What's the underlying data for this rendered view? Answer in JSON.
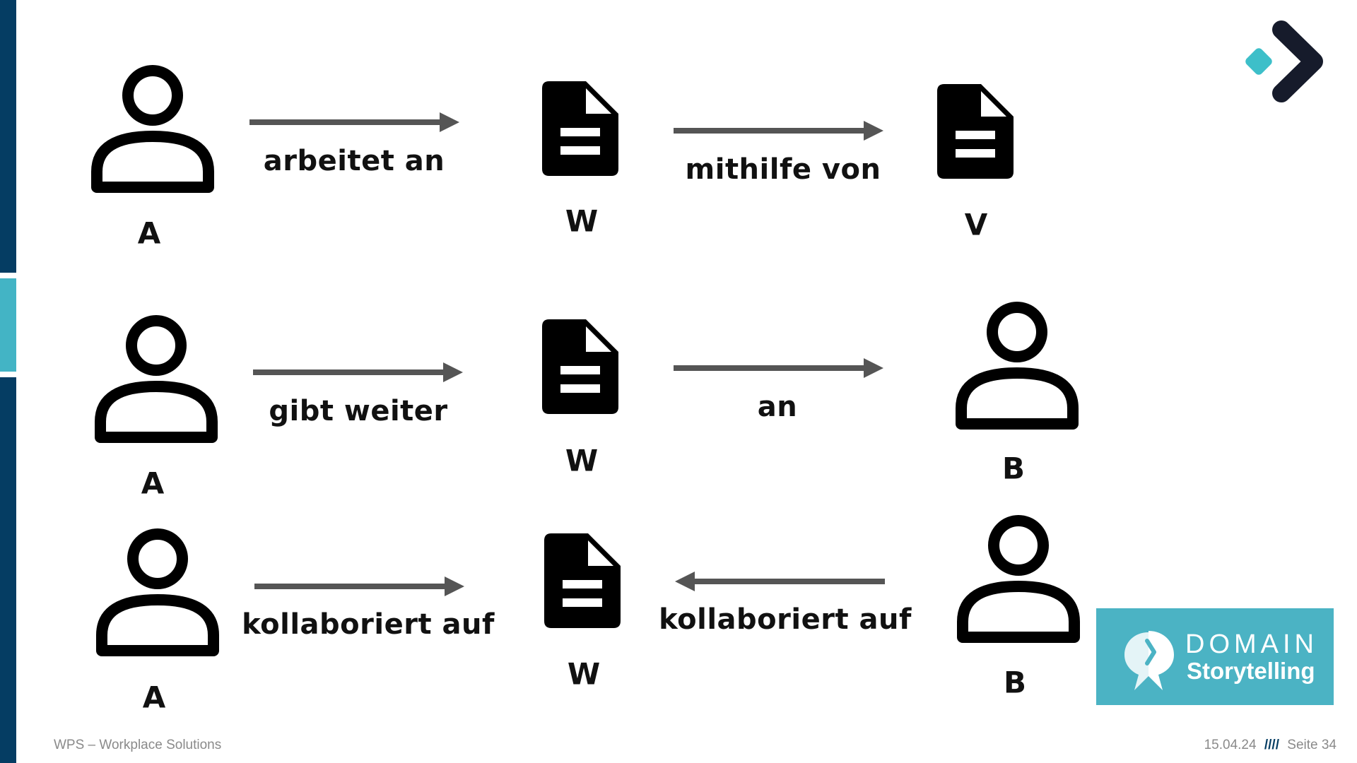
{
  "actors": [
    "A",
    "A",
    "A",
    "B",
    "B"
  ],
  "work_objects": [
    "W",
    "V",
    "W",
    "W",
    "W"
  ],
  "activities": [
    "arbeitet an",
    "mithilfe von",
    "gibt weiter",
    "an",
    "kollaboriert auf",
    "kollaboriert auf"
  ],
  "badge": {
    "line1": "DOMAIN",
    "line2": "Storytelling"
  },
  "footer": {
    "company": "WPS – Workplace Solutions",
    "date": "15.04.24",
    "separator": "////",
    "page": "Seite 34"
  },
  "colors": {
    "navy": "#053d63",
    "teal": "#43b4c5",
    "badge": "#4bb3c4",
    "arrow": "#555555",
    "icon": "#000000",
    "logo_dark": "#161b2b",
    "logo_teal": "#3dbfc9"
  }
}
